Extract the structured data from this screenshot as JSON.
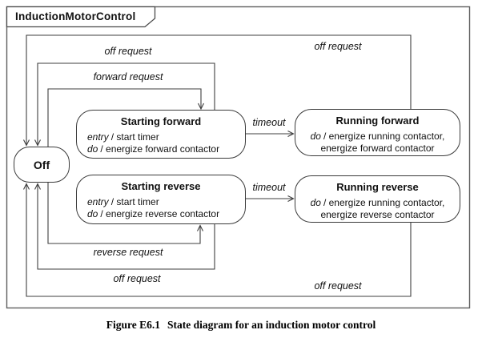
{
  "frame": {
    "title": "InductionMotorControl"
  },
  "states": {
    "off": {
      "name": "Off"
    },
    "starting_forward": {
      "name": "Starting forward",
      "entry_keyword": "entry",
      "entry_action": "/ start timer",
      "do_keyword": "do",
      "do_action": "/ energize forward contactor"
    },
    "running_forward": {
      "name": "Running forward",
      "action_keyword": "do",
      "action_line1": "/ energize running contactor,",
      "action_line2": "energize forward contactor"
    },
    "starting_reverse": {
      "name": "Starting reverse",
      "entry_keyword": "entry",
      "entry_action": "/ start timer",
      "do_keyword": "do",
      "do_action": "/ energize reverse contactor"
    },
    "running_reverse": {
      "name": "Running reverse",
      "action_keyword": "do",
      "action_line1": "/ energize running contactor,",
      "action_line2": "energize reverse contactor"
    }
  },
  "transitions": {
    "off_request_top_left": "off request",
    "off_request_top_right": "off request",
    "forward_request": "forward request",
    "timeout_forward": "timeout",
    "timeout_reverse": "timeout",
    "reverse_request": "reverse request",
    "off_request_bottom_left": "off request",
    "off_request_bottom_right": "off request"
  },
  "caption": {
    "label": "Figure E6.1",
    "text": "State diagram for an induction motor control"
  },
  "colors": {
    "background": "#ffffff",
    "line": "#3f3f3f",
    "state_border": "#3a3a3a",
    "text": "#111111"
  }
}
